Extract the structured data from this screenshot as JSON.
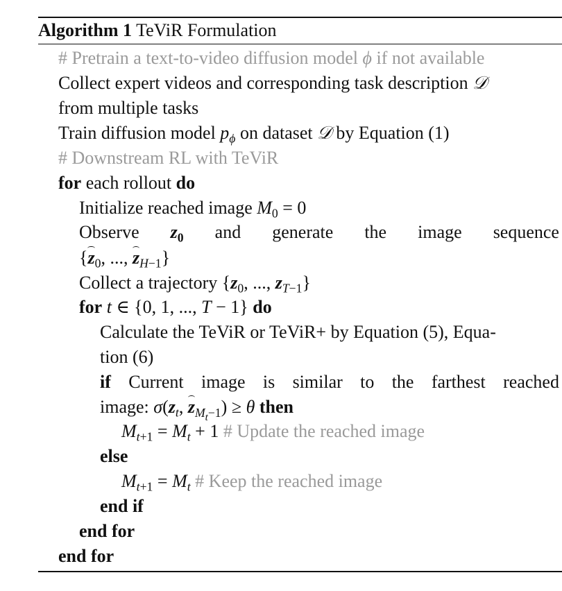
{
  "algorithm": {
    "label": "Algorithm 1",
    "title": "TeViR Formulation"
  },
  "lines": {
    "l1": "# Pretrain a text-to-video diffusion model ϕ if not available",
    "l2a": "Collect expert videos and corresponding task description 𝒟",
    "l2b": "from multiple tasks",
    "l3": "Train diffusion model p_ϕ on dataset 𝒟 by Equation (1)",
    "l4": "# Downstream RL with TeViR",
    "l5": "for each rollout do",
    "l6": "Initialize reached image M_0 = 0",
    "l7a": "Observe z_0 and generate the image sequence",
    "l7b": "{ẑ_0, ..., ẑ_{H−1}}",
    "l8": "Collect a trajectory {z_0, ..., z_{T−1}}",
    "l9": "for t ∈ {0, 1, ..., T − 1} do",
    "l10a": "Calculate the TeViR or TeViR+ by Equation (5), Equa-",
    "l10b": "tion (6)",
    "l11a": "if Current image is similar to the farthest reached",
    "l11b": "image: σ(z_t, ẑ_{M_t−1}) ≥ θ then",
    "l12": "M_{t+1} = M_t + 1 # Update the reached image",
    "l13": "else",
    "l14": "M_{t+1} = M_t # Keep the reached image",
    "l15": "end if",
    "l16": "end for",
    "l17": "end for"
  },
  "text": {
    "pretrain_comment": "# Pretrain a text-to-video diffusion model ",
    "pretrain_comment_tail": " if not available",
    "collect": "Collect expert videos and corresponding task description ",
    "from_tasks": "from multiple tasks",
    "train_a": "Train diffusion model ",
    "train_b": " on dataset ",
    "train_c": " by Equation (1)",
    "downstream_comment": "# Downstream RL with TeViR",
    "kw_for": "for",
    "kw_do": "do",
    "each_rollout": " each rollout ",
    "init": "Initialize reached image ",
    "observe": "Observe",
    "and": "and",
    "generate": "generate",
    "the": "the",
    "image": "image",
    "sequence": "sequence",
    "collect_traj": "Collect a trajectory ",
    "calc": "Calculate the TeViR or TeViR+ by Equation (5), Equa-",
    "calc_b": "tion (6)",
    "kw_if": "if",
    "if_words": [
      "Current",
      "image",
      "is",
      "similar",
      "to",
      "the",
      "farthest",
      "reached"
    ],
    "image_colon": "image: ",
    "kw_then": "then",
    "update_comment": " # Update the reached image",
    "kw_else": "else",
    "keep_comment": " # Keep the reached image",
    "kw_end_if": "end if",
    "kw_end_for": "end for"
  }
}
